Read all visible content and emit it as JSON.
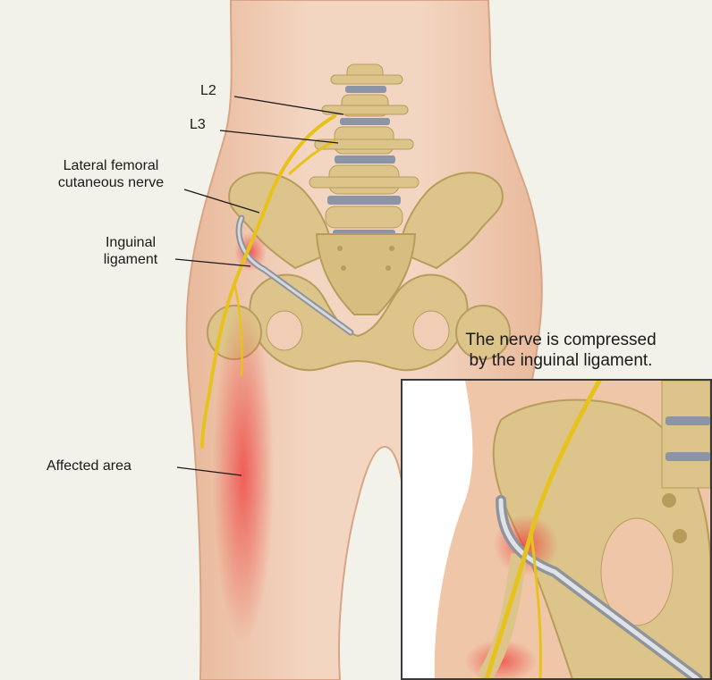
{
  "labels": {
    "l2": "L2",
    "l3": "L3",
    "lfcn_line1": "Lateral femoral",
    "lfcn_line2": "cutaneous nerve",
    "inguinal_line1": "Inguinal",
    "inguinal_line2": "ligament",
    "affected_area": "Affected area"
  },
  "inset": {
    "caption_line1": "The nerve is compressed",
    "caption_line2": "by the inguinal ligament."
  },
  "colors": {
    "background": "#f2f1ea",
    "skin": "#f0cdb4",
    "bone": "#dcc48a",
    "nerve": "#e8c21c",
    "ligament": "#b9bcc3",
    "inflammation": "#ef4b4b",
    "disc": "#8b95a6"
  }
}
